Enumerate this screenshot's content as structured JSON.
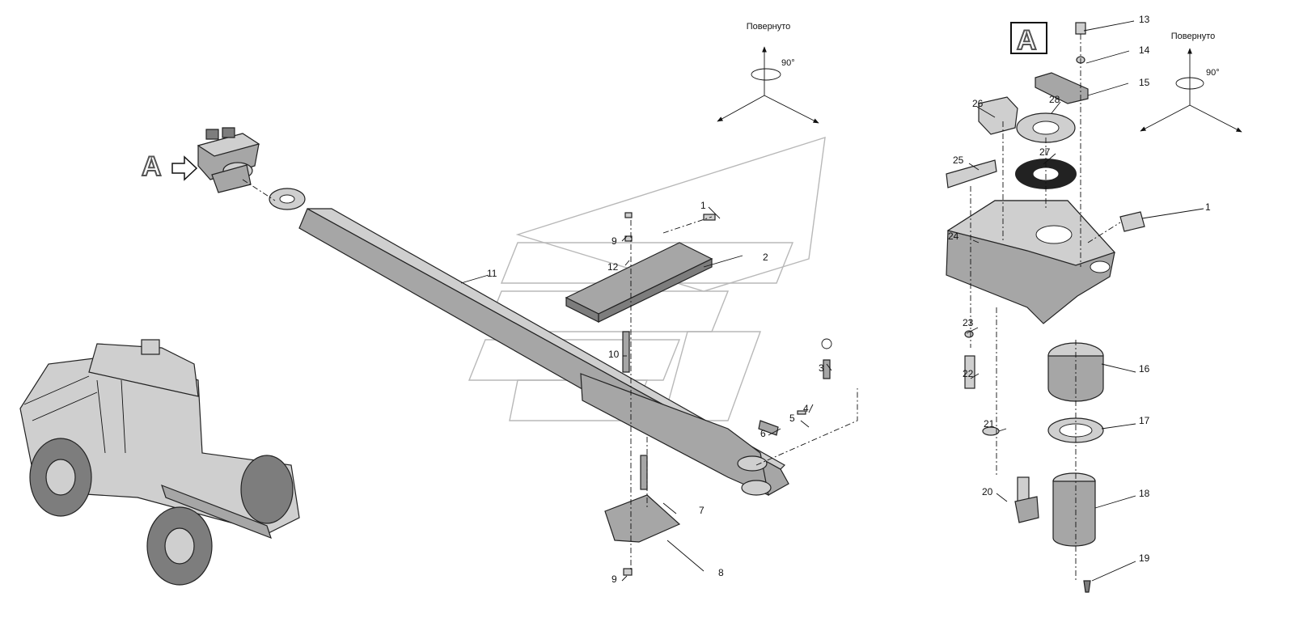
{
  "rotation_label": "Повернуто",
  "rotation_angle": "90°",
  "view_letter": "A",
  "callouts": {
    "n1a": "1",
    "n2": "2",
    "n3": "3",
    "n4": "4",
    "n5": "5",
    "n6": "6",
    "n7": "7",
    "n8": "8",
    "n9a": "9",
    "n9b": "9",
    "n10": "10",
    "n11": "11",
    "n12": "12",
    "n1b": "1",
    "n13": "13",
    "n14": "14",
    "n15": "15",
    "n16": "16",
    "n17": "17",
    "n18": "18",
    "n19": "19",
    "n20": "20",
    "n21": "21",
    "n22": "22",
    "n23": "23",
    "n24": "24",
    "n25": "25",
    "n26": "26",
    "n27": "27",
    "n28": "28"
  }
}
